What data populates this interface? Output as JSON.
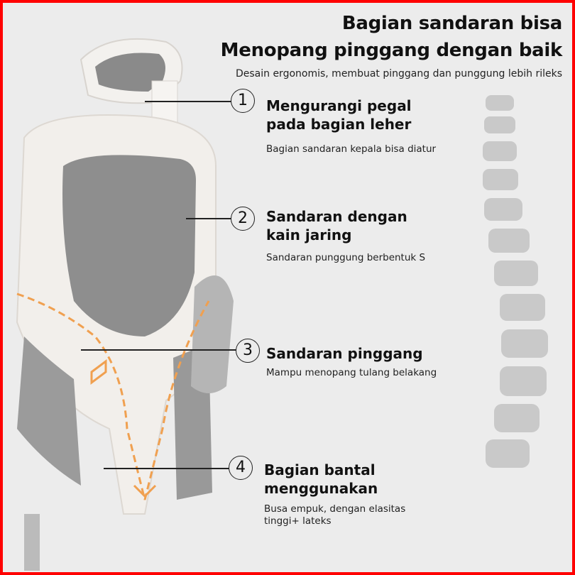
{
  "headline": {
    "line1": "Bagian sandaran bisa",
    "line2": "Menopang pinggang dengan baik",
    "subtitle": "Desain ergonomis, membuat pinggang dan punggung lebih rileks"
  },
  "features": [
    {
      "number": "1",
      "title1": "Mengurangi pegal",
      "title2": "pada bagian leher",
      "desc": "Bagian sandaran kepala bisa diatur"
    },
    {
      "number": "2",
      "title1": "Sandaran dengan",
      "title2": "kain jaring",
      "desc": "Sandaran punggung berbentuk S"
    },
    {
      "number": "3",
      "title1": "Sandaran pinggang",
      "desc": "Mampu menopang tulang belakang"
    },
    {
      "number": "4",
      "title1": "Bagian bantal",
      "title2": "menggunakan",
      "desc1": "Busa empuk, dengan elasitas",
      "desc2": "tinggi+ lateks"
    }
  ],
  "colors": {
    "border": "#ff0000",
    "background": "#ececec",
    "accent": "#f0a050"
  }
}
